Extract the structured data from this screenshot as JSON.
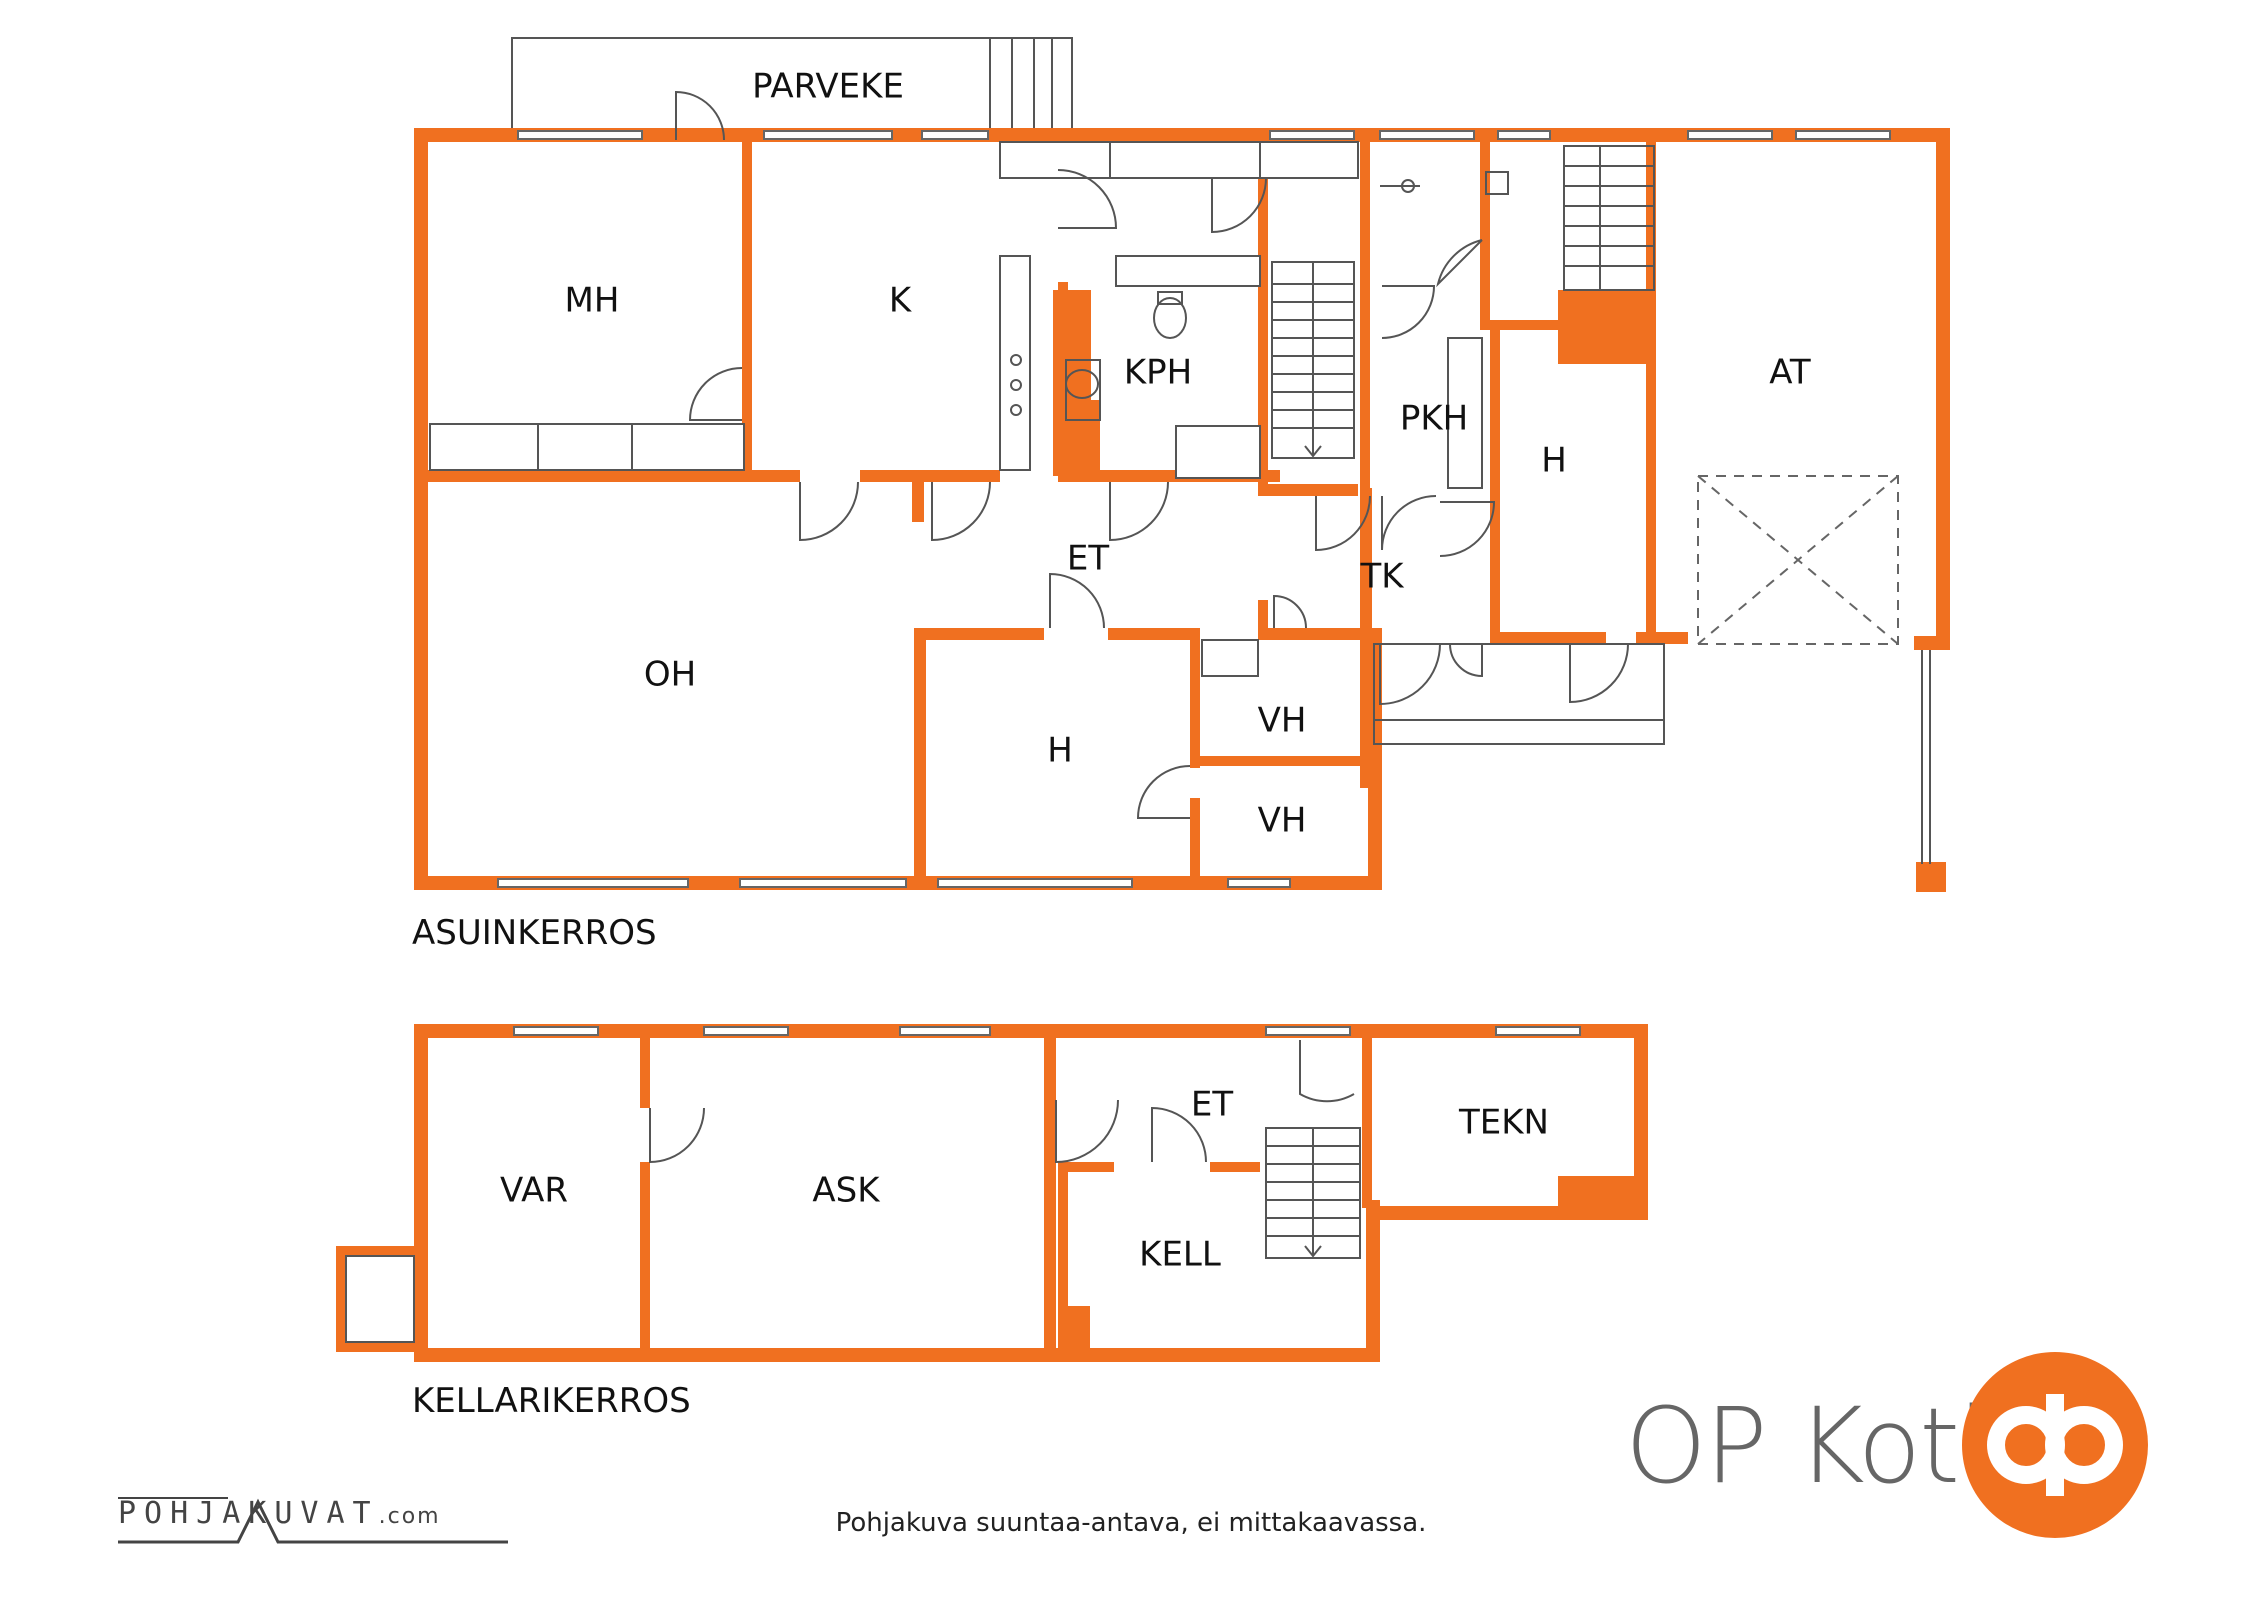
{
  "floors": {
    "main": {
      "label": "ASUINKERROS",
      "rooms": [
        {
          "id": "parveke",
          "label": "PARVEKE"
        },
        {
          "id": "mh",
          "label": "MH"
        },
        {
          "id": "k",
          "label": "K"
        },
        {
          "id": "kph",
          "label": "KPH"
        },
        {
          "id": "pkh",
          "label": "PKH"
        },
        {
          "id": "h1",
          "label": "H"
        },
        {
          "id": "at",
          "label": "AT"
        },
        {
          "id": "et",
          "label": "ET"
        },
        {
          "id": "tk",
          "label": "TK"
        },
        {
          "id": "oh",
          "label": "OH"
        },
        {
          "id": "h2",
          "label": "H"
        },
        {
          "id": "vh1",
          "label": "VH"
        },
        {
          "id": "vh2",
          "label": "VH"
        }
      ]
    },
    "basement": {
      "label": "KELLARIKERROS",
      "rooms": [
        {
          "id": "var",
          "label": "VAR"
        },
        {
          "id": "ask",
          "label": "ASK"
        },
        {
          "id": "et",
          "label": "ET"
        },
        {
          "id": "tekn",
          "label": "TEKN"
        },
        {
          "id": "kell",
          "label": "KELL"
        }
      ]
    }
  },
  "disclaimer": "Pohjakuva suuntaa-antava, ei mittakaavassa.",
  "brand": {
    "name": "OP Koti",
    "color": "#f07020"
  },
  "maker": {
    "name": "POHJAKUVAT",
    "suffix": ".com"
  },
  "colors": {
    "wall": "#f07020",
    "text": "#111111"
  },
  "icons": [
    "op-logo-icon",
    "stairs-icon",
    "toilet-icon",
    "sink-icon",
    "stove-icon"
  ]
}
